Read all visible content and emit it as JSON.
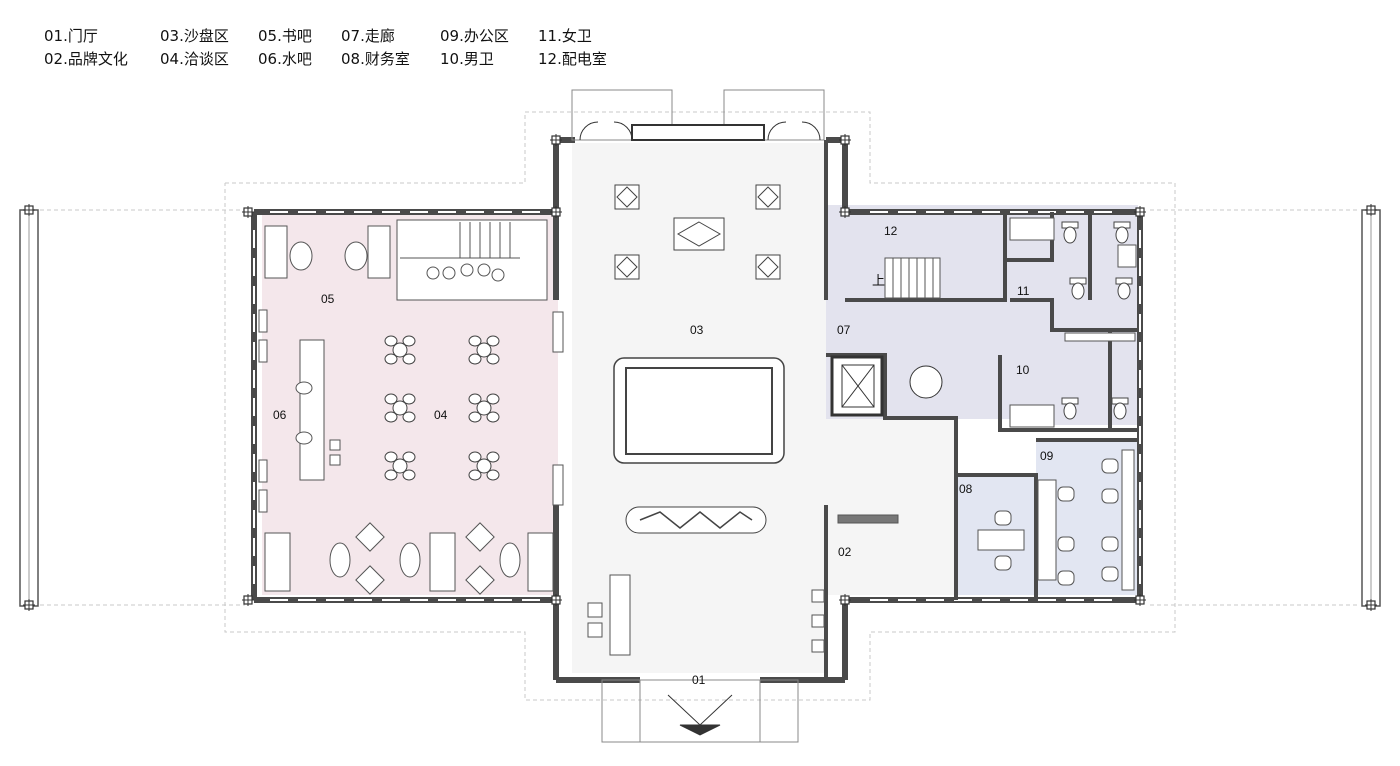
{
  "legend": [
    {
      "code": "01",
      "label": "01.门厅"
    },
    {
      "code": "02",
      "label": "02.品牌文化"
    },
    {
      "code": "03",
      "label": "03.沙盘区"
    },
    {
      "code": "04",
      "label": "04.洽谈区"
    },
    {
      "code": "05",
      "label": "05.书吧"
    },
    {
      "code": "06",
      "label": "06.水吧"
    },
    {
      "code": "07",
      "label": "07.走廊"
    },
    {
      "code": "08",
      "label": "08.财务室"
    },
    {
      "code": "09",
      "label": "09.办公区"
    },
    {
      "code": "10",
      "label": "10.男卫"
    },
    {
      "code": "11",
      "label": "11.女卫"
    },
    {
      "code": "12",
      "label": "12.配电室"
    }
  ],
  "rooms": {
    "r01": "01",
    "r02": "02",
    "r03": "03",
    "r04": "04",
    "r05": "05",
    "r06": "06",
    "r07": "07",
    "r08": "08",
    "r09": "09",
    "r10": "10",
    "r11": "11",
    "r12": "12"
  },
  "stair_up_label": "上",
  "colors": {
    "wall": "#4a4a4a",
    "pink_zone": "#f3e6ea",
    "lavender_zone": "#e3e3ee",
    "blue_zone": "#e0e5f1",
    "grey_zone": "#f2f2f2",
    "outline": "#bdbdbd"
  }
}
